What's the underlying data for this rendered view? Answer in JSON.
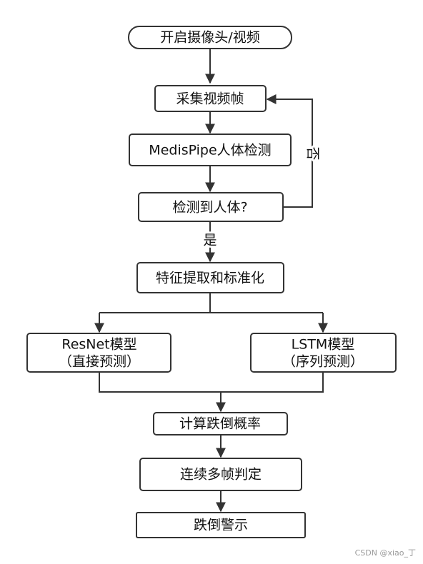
{
  "flowchart": {
    "nodes": {
      "start": "开启摄像头/视频",
      "capture": "采集视频帧",
      "mediapipe": "MedisPipe人体检测",
      "decision": "检测到人体?",
      "features": "特征提取和标准化",
      "resnet_line1": "ResNet模型",
      "resnet_line2": "（直接预测）",
      "lstm_line1": "LSTM模型",
      "lstm_line2": "（序列预测）",
      "probability": "计算跌倒概率",
      "multiframe": "连续多帧判定",
      "alert": "跌倒警示"
    },
    "edge_labels": {
      "yes": "是",
      "no": "否"
    }
  },
  "watermark": "CSDN @xiao_丁"
}
